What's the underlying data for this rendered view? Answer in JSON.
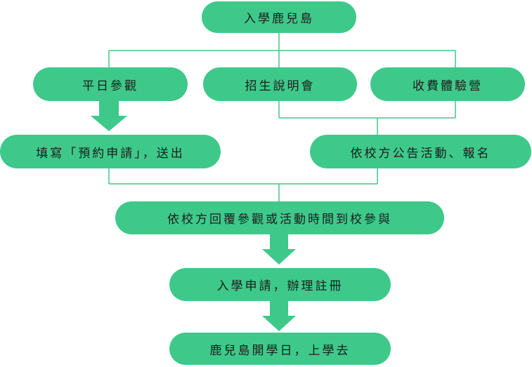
{
  "nodes": {
    "top": "入學鹿兒島",
    "visit": "平日參觀",
    "info_session": "招生說明會",
    "camp": "收費體驗營",
    "apply_form": "填寫「預約申請」，送出",
    "school_notice": "依校方公告活動、報名",
    "attend": "依校方回覆參觀或活動時間到校參與",
    "enroll": "入學申請，辦理註冊",
    "start": "鹿兒島開學日，上學去"
  },
  "colors": {
    "node_fill": "#3ec98a",
    "line": "#3ec98a",
    "text": "#1c1c1c"
  }
}
